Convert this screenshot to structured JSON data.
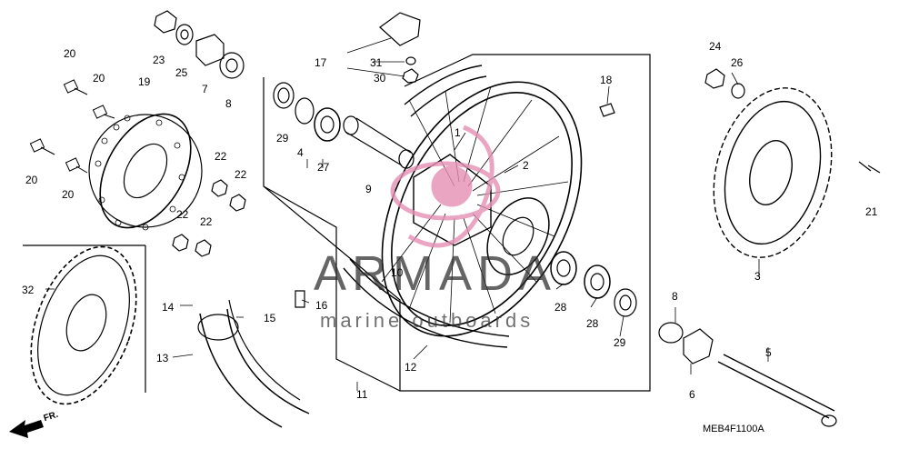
{
  "diagram": {
    "code": "MEB4F1100A",
    "direction_label": "FR.",
    "watermark": {
      "title": "ARMADA",
      "subtitle": "marine outboards"
    },
    "labels": {
      "p1": "1",
      "p2": "2",
      "p3": "3",
      "p4": "4",
      "p5": "5",
      "p6": "6",
      "p7": "7",
      "p8a": "8",
      "p8b": "8",
      "p9": "9",
      "p10": "10",
      "p11": "11",
      "p12": "12",
      "p13": "13",
      "p14": "14",
      "p15": "15",
      "p16": "16",
      "p17": "17",
      "p18": "18",
      "p19": "19",
      "p20a": "20",
      "p20b": "20",
      "p20c": "20",
      "p20d": "20",
      "p21": "21",
      "p22a": "22",
      "p22b": "22",
      "p22c": "22",
      "p22d": "22",
      "p23": "23",
      "p24": "24",
      "p25": "25",
      "p26": "26",
      "p27": "27",
      "p28a": "28",
      "p28b": "28",
      "p29a": "29",
      "p29b": "29",
      "p30": "30",
      "p31": "31",
      "p32": "32"
    },
    "colors": {
      "line": "#000000",
      "watermark_pink": "#e48fb4"
    }
  }
}
